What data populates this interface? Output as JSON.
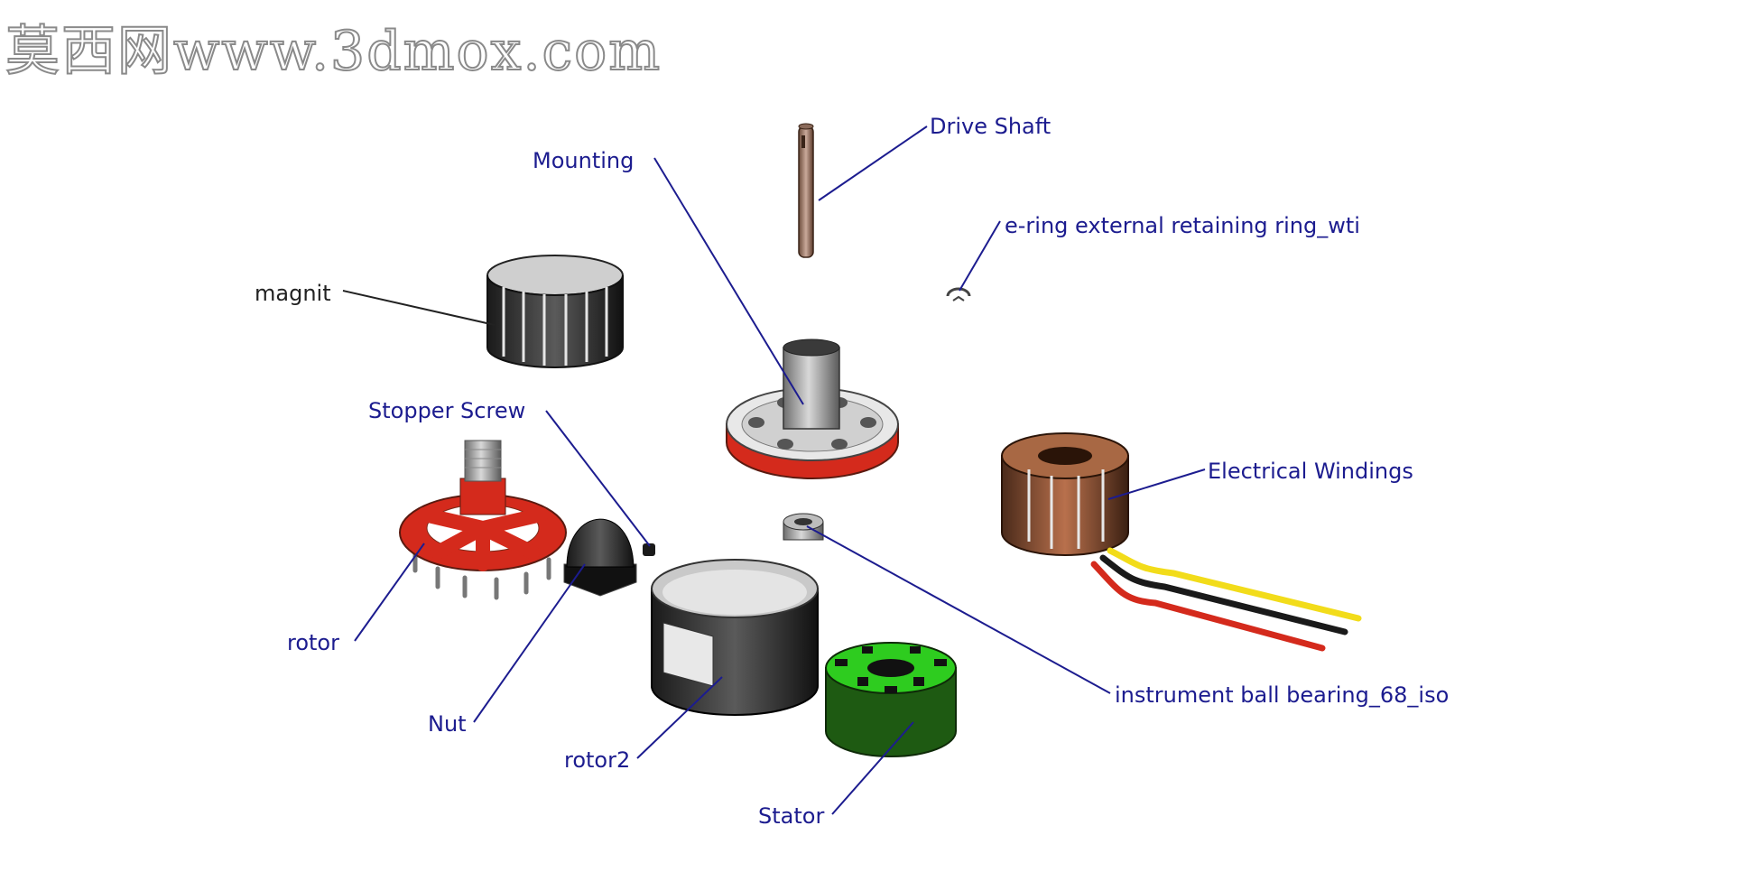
{
  "watermark": {
    "text": "莫西网www.3dmox.com"
  },
  "labels": {
    "drive_shaft": "Drive Shaft",
    "mounting": "Mounting",
    "e_ring": "e-ring external retaining ring_wti",
    "magnit": "magnit",
    "stopper_screw": "Stopper Screw",
    "electrical_windings": "Electrical Windings",
    "rotor": "rotor",
    "nut": "Nut",
    "rotor2": "rotor2",
    "stator": "Stator",
    "bearing": "instrument ball bearing_68_iso"
  },
  "colors": {
    "leader": "#1c1c8f",
    "leader_dark": "#222222",
    "red_part": "#d42a1c",
    "stator_green": "#2ecc1f",
    "copper": "#8a4a2c",
    "wire_yellow": "#f2dc1a",
    "wire_black": "#1a1a1a",
    "wire_red": "#d42a1c"
  }
}
